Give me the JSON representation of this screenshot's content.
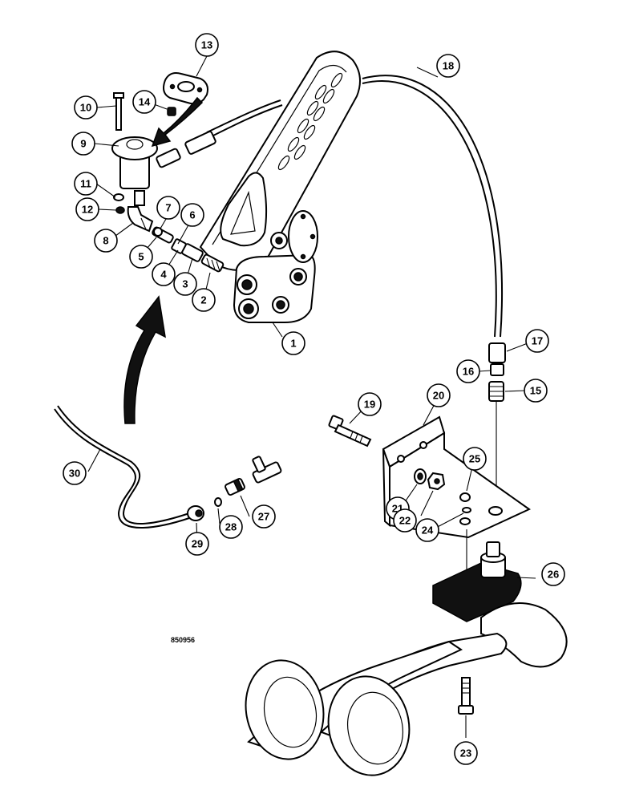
{
  "figure_id": "850956",
  "callouts": {
    "c1": "1",
    "c2": "2",
    "c3": "3",
    "c4": "4",
    "c5": "5",
    "c6": "6",
    "c7": "7",
    "c8": "8",
    "c9": "9",
    "c10": "10",
    "c11": "11",
    "c12": "12",
    "c13": "13",
    "c14": "14",
    "c15": "15",
    "c16": "16",
    "c17": "17",
    "c18": "18",
    "c19": "19",
    "c20": "20",
    "c21": "21",
    "c22": "22",
    "c23": "23",
    "c24": "24",
    "c25": "25",
    "c26": "26",
    "c27": "27",
    "c28": "28",
    "c29": "29",
    "c30": "30"
  }
}
